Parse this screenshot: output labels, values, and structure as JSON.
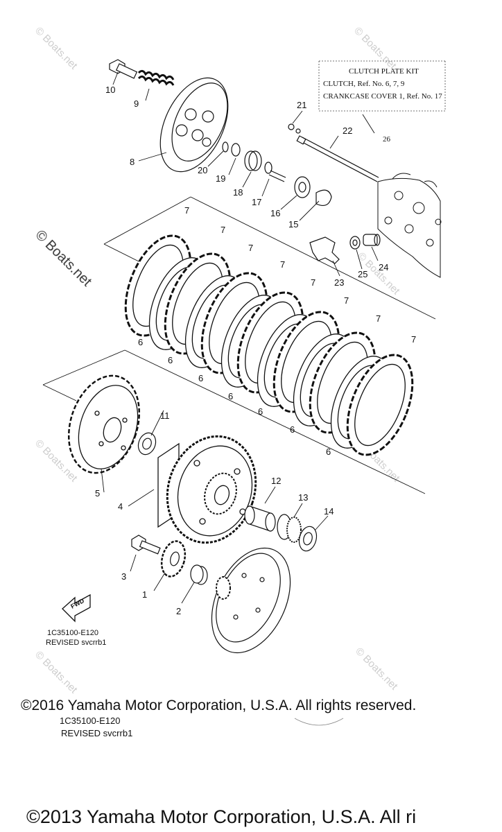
{
  "diagram": {
    "kit_box": {
      "title": "CLUTCH PLATE KIT",
      "line1": "CLUTCH, Ref. No. 6, 7, 9",
      "line2": "CRANKCASE COVER 1, Ref. No. 17",
      "ref": "26"
    },
    "callouts": [
      "1",
      "2",
      "3",
      "4",
      "5",
      "6",
      "7",
      "8",
      "9",
      "10",
      "11",
      "12",
      "13",
      "14",
      "15",
      "16",
      "17",
      "18",
      "19",
      "20",
      "21",
      "22",
      "23",
      "24",
      "25"
    ],
    "fwd_label": "FWD",
    "drawing_code": "1C35100-E120",
    "revised": "REVISED svcrrb1"
  },
  "watermark": "© Boats.net",
  "footer": {
    "copyright_2016": "©2016 Yamaha Motor Corporation, U.S.A. All rights reserved.",
    "drawing_code": "1C35100-E120",
    "revised": "REVISED svcrrb1",
    "copyright_2013": "©2013 Yamaha Motor Corporation, U.S.A. All ri"
  }
}
